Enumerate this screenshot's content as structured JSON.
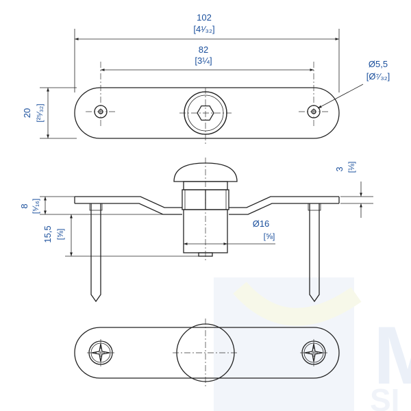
{
  "dimensions": {
    "overall_length": {
      "value": "102",
      "inch": "[4¹⁄₃₂]"
    },
    "hole_spacing": {
      "value": "82",
      "inch": "[3¼]"
    },
    "hole_diameter": {
      "value": "Ø5,5",
      "inch": "[Ø⁷⁄₃₂]"
    },
    "plate_width": {
      "value": "20",
      "inch": "[²⁵⁄₃₂]"
    },
    "plate_thickness": {
      "value": "3",
      "inch": "[⅛]"
    },
    "offset_height": {
      "value": "8",
      "inch": "[⁵⁄₁₆]"
    },
    "cylinder_length": {
      "value": "15,5",
      "inch": "[⅝]"
    },
    "cylinder_diameter": {
      "value": "Ø16",
      "inch": "[⅝]"
    }
  },
  "watermark": {
    "text": "M",
    "subtext": "SI",
    "color": "#d9e4f2"
  }
}
